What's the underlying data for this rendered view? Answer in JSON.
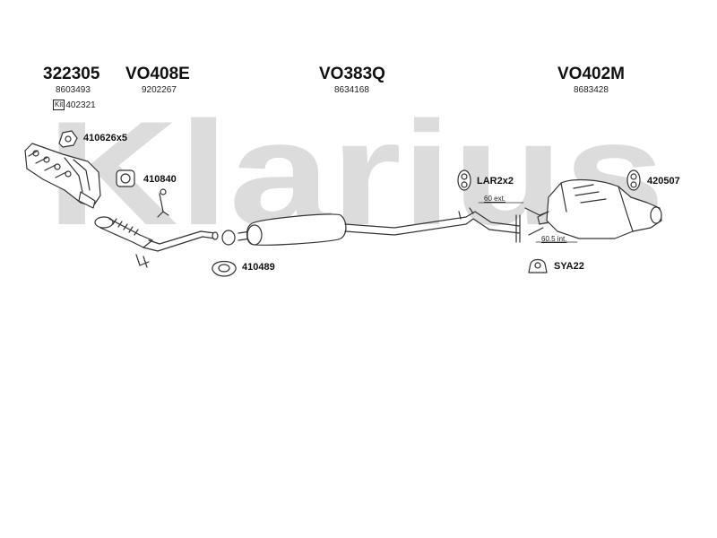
{
  "watermark": {
    "text": "Klarius",
    "color": "#dcdcdc"
  },
  "header": {
    "items": [
      {
        "code": "322305",
        "ref": "8603493"
      },
      {
        "code": "VO408E",
        "ref": "9202267"
      },
      {
        "code": "VO383Q",
        "ref": "8634168"
      },
      {
        "code": "VO402M",
        "ref": "8683428"
      }
    ],
    "kit": {
      "badge": "Kit",
      "code": "402321"
    }
  },
  "parts": {
    "gasket_manifold": "410626x5",
    "gasket_square": "410840",
    "gasket_ring": "410489",
    "mount_rubber": "LAR2x2",
    "mount_rear": "420507",
    "clamp": "SYA22"
  },
  "dimensions": {
    "ext": "60 ext.",
    "int": "60.5 int."
  },
  "colors": {
    "line": "#333333",
    "text": "#111111"
  }
}
